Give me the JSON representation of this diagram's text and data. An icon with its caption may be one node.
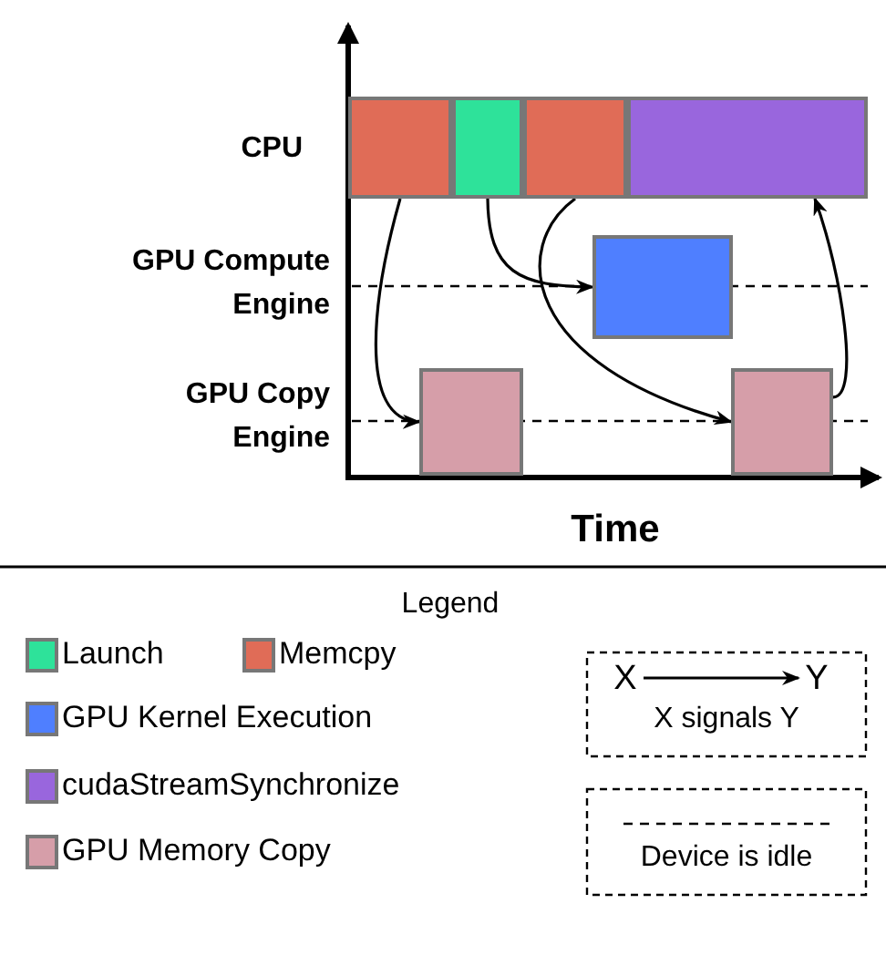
{
  "diagram": {
    "nodes": [
      {
        "text": [],
        "shape": "box"
      },
      {
        "text": [],
        "shape": "box"
      },
      {
        "text": [],
        "shape": "box"
      },
      {
        "text": [],
        "shape": "box"
      },
      {
        "text": [],
        "shape": "box"
      },
      {
        "text": [],
        "shape": "box"
      },
      {
        "text": [],
        "shape": "box"
      },
      {
        "text": [
          "X"
        ]
      },
      {
        "text": [
          "Y"
        ]
      }
    ],
    "edges": [
      {
        "from": 0,
        "to": 5,
        "arrow": "to"
      },
      {
        "from": 1,
        "to": 4,
        "arrow": "to"
      },
      {
        "from": 2,
        "to": 6,
        "arrow": "to"
      },
      {
        "from": 6,
        "to": 3,
        "arrow": "to"
      },
      {
        "from": 7,
        "to": 8,
        "arrow": "to"
      }
    ],
    "labels": [
      "CPU",
      "GPU Compute Engine",
      "GPU Copy Engine",
      "Time",
      "Legend"
    ],
    "legend": [
      {
        "text": "Launch",
        "color": "#2ee29a"
      },
      {
        "text": "Memcpy",
        "color": "#e06c57"
      },
      {
        "text": "GPU Kernel Execution",
        "color": "#4f7fff"
      },
      {
        "text": "cudaStreamSynchronize",
        "color": "#9966dd"
      },
      {
        "text": "GPU Memory Copy",
        "color": "#d69ea9"
      },
      {
        "text": "X signals Y"
      },
      {
        "text": "Device is idle"
      }
    ]
  }
}
